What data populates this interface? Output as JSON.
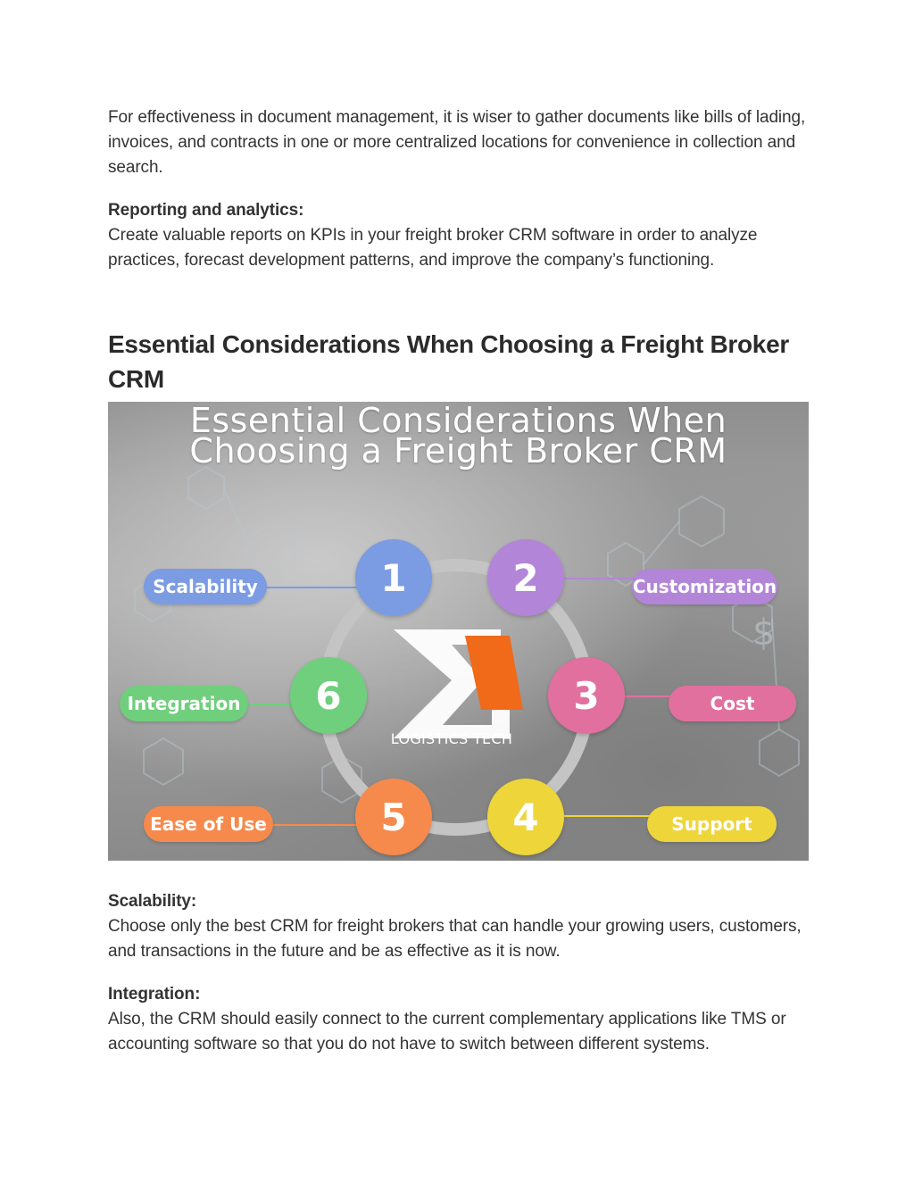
{
  "intro_paragraph": "For effectiveness in document management, it is wiser to gather documents like bills of lading, invoices, and contracts in one or more centralized locations for convenience in collection and search.",
  "reporting": {
    "label": "Reporting and analytics:",
    "text": "Create valuable reports on KPIs in your freight broker CRM software in order to analyze practices, forecast development patterns, and improve the company’s functioning."
  },
  "heading": "Essential Considerations When Choosing a Freight Broker CRM",
  "figure": {
    "title_line1": "Essential Considerations When",
    "title_line2": "Choosing a Freight Broker CRM",
    "logo_text": "LOGISTICS TECH",
    "items": [
      {
        "number": "1",
        "label": "Scalability",
        "color": "#7b9be2"
      },
      {
        "number": "2",
        "label": "Customization",
        "color": "#b385d8"
      },
      {
        "number": "3",
        "label": "Cost",
        "color": "#e1709f"
      },
      {
        "number": "4",
        "label": "Support",
        "color": "#eed53a"
      },
      {
        "number": "5",
        "label": "Ease of Use",
        "color": "#f58a4c"
      },
      {
        "number": "6",
        "label": "Integration",
        "color": "#6fcf7c"
      }
    ]
  },
  "scalability": {
    "label": "Scalability:",
    "text": "Choose only the best CRM for freight brokers that can handle your growing users, customers, and transactions in the future and be as effective as it is now."
  },
  "integration": {
    "label": "Integration:",
    "text": "Also, the CRM should easily connect to the current complementary applications like TMS or accounting software so that you do not have to switch between different systems."
  }
}
